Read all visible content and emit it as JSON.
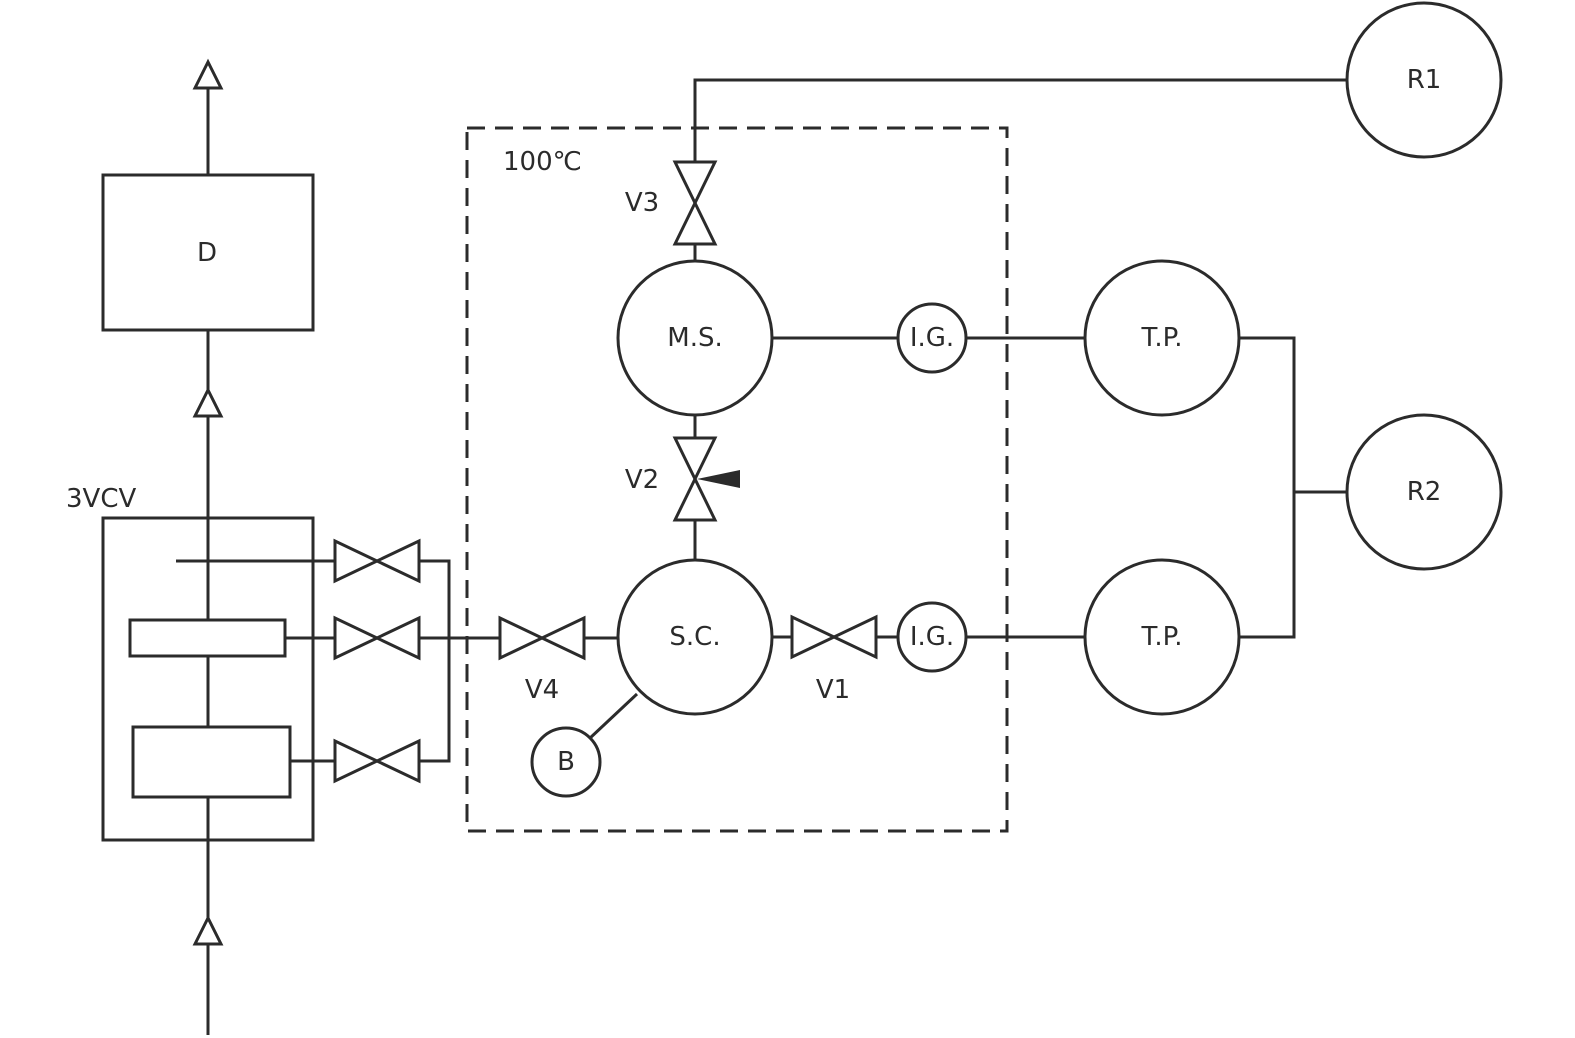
{
  "labels": {
    "temperature": "100℃",
    "three_valve_cv": "3VCV",
    "detector": "D",
    "mass_spec": "M.S.",
    "sample_chamber": "S.C.",
    "ion_gauge_top": "I.G.",
    "ion_gauge_bottom": "I.G.",
    "turbo_pump_top": "T.P.",
    "turbo_pump_bottom": "T.P.",
    "rough_pump_1": "R1",
    "rough_pump_2": "R2",
    "bulb": "B",
    "valve_1": "V1",
    "valve_2": "V2",
    "valve_3": "V3",
    "valve_4": "V4"
  }
}
